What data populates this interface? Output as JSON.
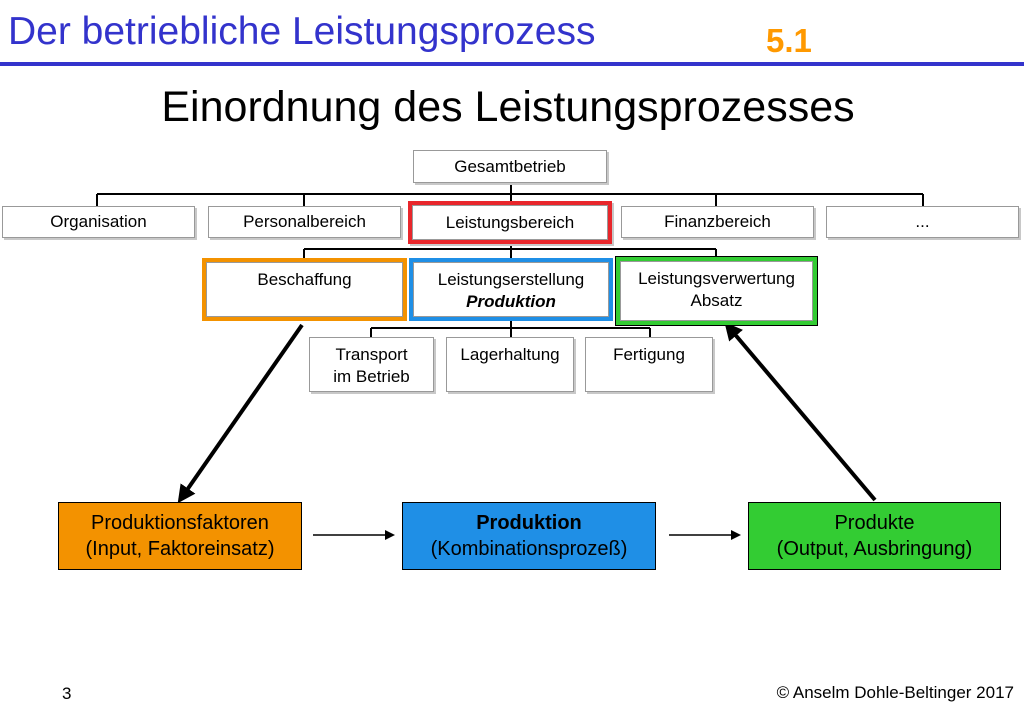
{
  "header": {
    "title": "Der betriebliche Leistungsprozess",
    "section": "5.1"
  },
  "slide_title": "Einordnung des Leistungsprozesses",
  "org_chart": {
    "root": "Gesamtbetrieb",
    "level1": [
      "Organisation",
      "Personalbereich",
      "Leistungsbereich",
      "Finanzbereich",
      "..."
    ],
    "level2": {
      "beschaffung": "Beschaffung",
      "erstellung_line1": "Leistungserstellung",
      "erstellung_line2": "Produktion",
      "verwertung_line1": "Leistungsverwertung",
      "verwertung_line2": "Absatz"
    },
    "level3": {
      "transport_line1": "Transport",
      "transport_line2": "im Betrieb",
      "lagerhaltung": "Lagerhaltung",
      "fertigung": "Fertigung"
    }
  },
  "flow": {
    "input_line1": "Produktionsfaktoren",
    "input_line2": "(Input, Faktoreinsatz)",
    "production_line1": "Produktion",
    "production_line2": "(Kombinationsprozeß)",
    "output_line1": "Produkte",
    "output_line2": "(Output, Ausbringung)"
  },
  "colors": {
    "header_blue": "#3333cc",
    "section_orange": "#ff9900",
    "highlight_red": "#e8262b",
    "orange": "#f39200",
    "blue": "#1f8fe6",
    "green": "#33cc33"
  },
  "footer": {
    "page": "3",
    "copyright": "© Anselm Dohle-Beltinger 2017"
  }
}
